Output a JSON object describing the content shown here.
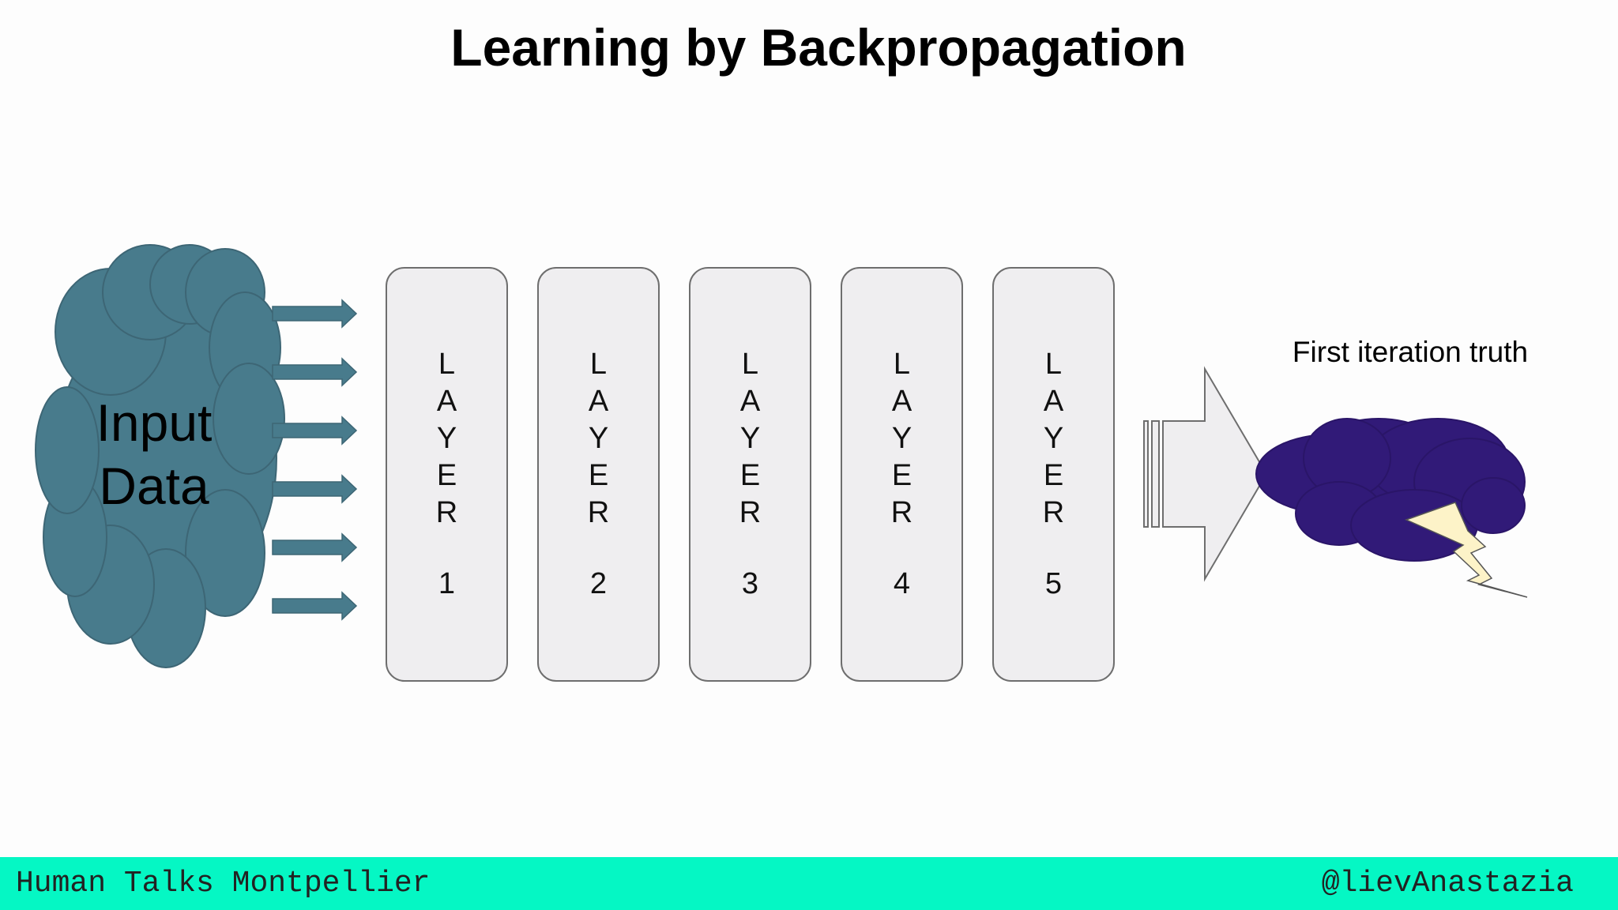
{
  "slide": {
    "title": "Learning by Backpropagation"
  },
  "input": {
    "label_line1": "Input",
    "label_line2": "Data",
    "cloud_color": "#487b8c",
    "arrow_count": 6
  },
  "layers": [
    {
      "letters": [
        "L",
        "A",
        "Y",
        "E",
        "R"
      ],
      "number": "1"
    },
    {
      "letters": [
        "L",
        "A",
        "Y",
        "E",
        "R"
      ],
      "number": "2"
    },
    {
      "letters": [
        "L",
        "A",
        "Y",
        "E",
        "R"
      ],
      "number": "3"
    },
    {
      "letters": [
        "L",
        "A",
        "Y",
        "E",
        "R"
      ],
      "number": "4"
    },
    {
      "letters": [
        "L",
        "A",
        "Y",
        "E",
        "R"
      ],
      "number": "5"
    }
  ],
  "output": {
    "label": "First iteration truth",
    "storm_color": "#311a78",
    "lightning_color": "#fdf3c8"
  },
  "footer": {
    "left": "Human Talks Montpellier",
    "right": "@lievAnastazia",
    "color": "#05f7c4"
  }
}
